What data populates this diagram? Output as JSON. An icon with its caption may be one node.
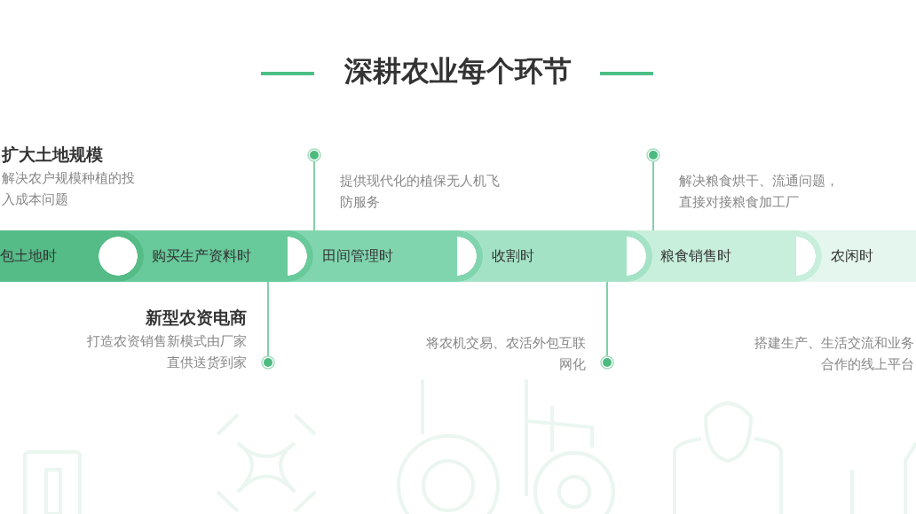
{
  "diagram": {
    "title": "深耕农业每个环节",
    "nodes": [
      {
        "text": [
          "包土地时"
        ]
      },
      {
        "text": [
          "购买生产资料时"
        ]
      },
      {
        "text": [
          "田间管理时"
        ]
      },
      {
        "text": [
          "收割时"
        ]
      },
      {
        "text": [
          "粮食销售时"
        ]
      },
      {
        "text": [
          "农闲时"
        ]
      },
      {
        "text": [
          "扩大土地规模",
          "解决农户规模种植的投入成本问题"
        ]
      },
      {
        "text": [
          "新型农资电商",
          "打造农资销售新模式由厂家直供送货到家"
        ]
      },
      {
        "text": [
          "提供现代化的植保无人机飞防服务"
        ]
      },
      {
        "text": [
          "将农机交易、农活外包互联网化"
        ]
      },
      {
        "text": [
          "解决粮食烘干、流通问题，直接对接粮食加工厂"
        ]
      },
      {
        "text": [
          "搭建生产、生活交流和业务合作的线上平台"
        ]
      }
    ],
    "edges": [
      {
        "from": 7,
        "to": 1,
        "arrow": "none"
      },
      {
        "from": 8,
        "to": 2,
        "arrow": "none"
      },
      {
        "from": 9,
        "to": 3,
        "arrow": "none"
      },
      {
        "from": 10,
        "to": 4,
        "arrow": "none"
      }
    ]
  }
}
